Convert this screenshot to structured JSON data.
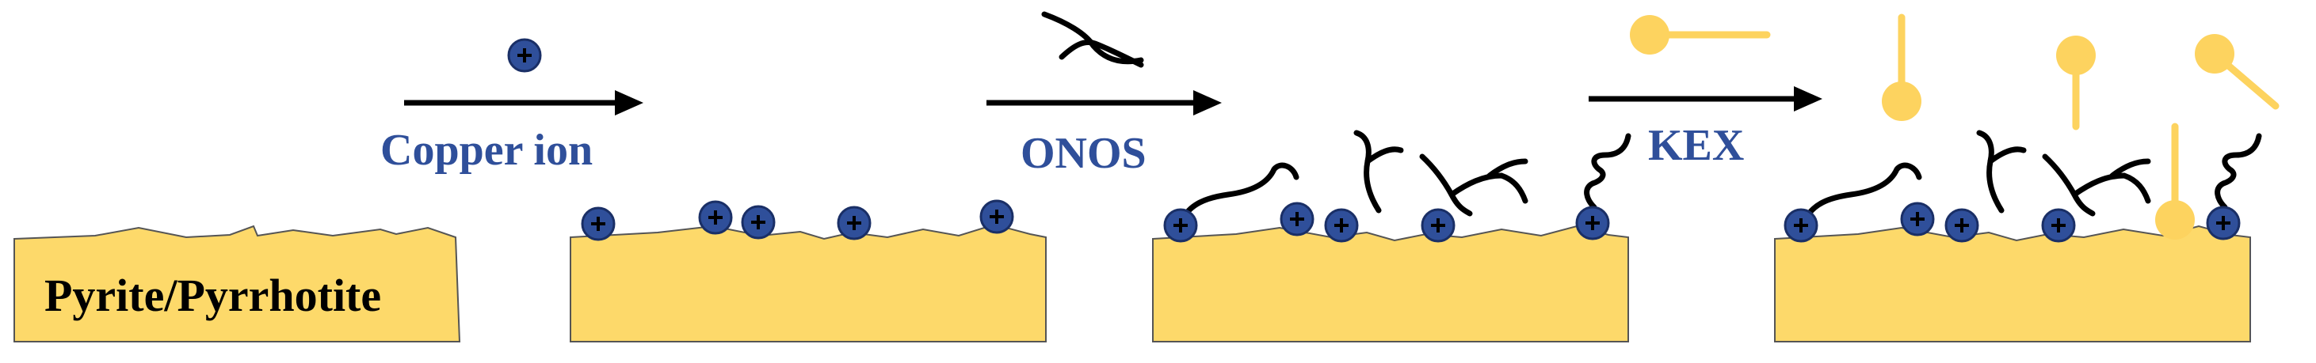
{
  "diagram": {
    "substrate_label": "Pyrite/Pyrrhotite",
    "steps": [
      {
        "label": "Copper ion",
        "reagent_icon": "copper-ion-icon"
      },
      {
        "label": "ONOS",
        "reagent_icon": "onos-molecule-icon"
      },
      {
        "label": "KEX",
        "reagent_icon": "kex-collector-icon"
      }
    ],
    "copper_ion_symbol": "+",
    "colors": {
      "mineral": "#fdd96a",
      "mineral_edge": "#555555",
      "copper_ion": "#2f4f9a",
      "label_blue": "#2f4f9a",
      "kex": "#fdd35f",
      "onos": "#000000",
      "arrow": "#000000"
    }
  }
}
